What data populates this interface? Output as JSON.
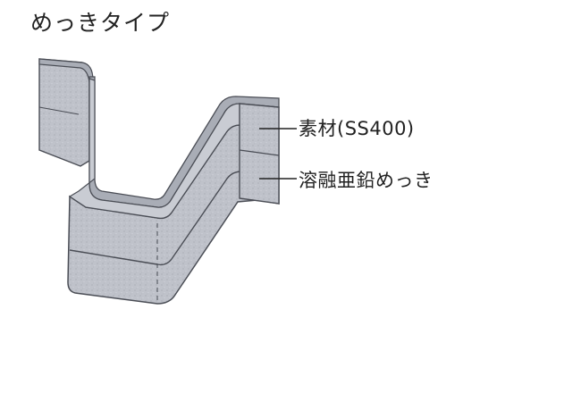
{
  "title": "めっきタイプ",
  "labels": {
    "base_material": "素材(SS400)",
    "galvanizing": "溶融亜鉛めっき"
  },
  "colors": {
    "metal_light": "#c9ccd3",
    "metal_face": "#b9bcc4",
    "metal_top": "#a9adb6",
    "outline": "#4a4d55"
  }
}
